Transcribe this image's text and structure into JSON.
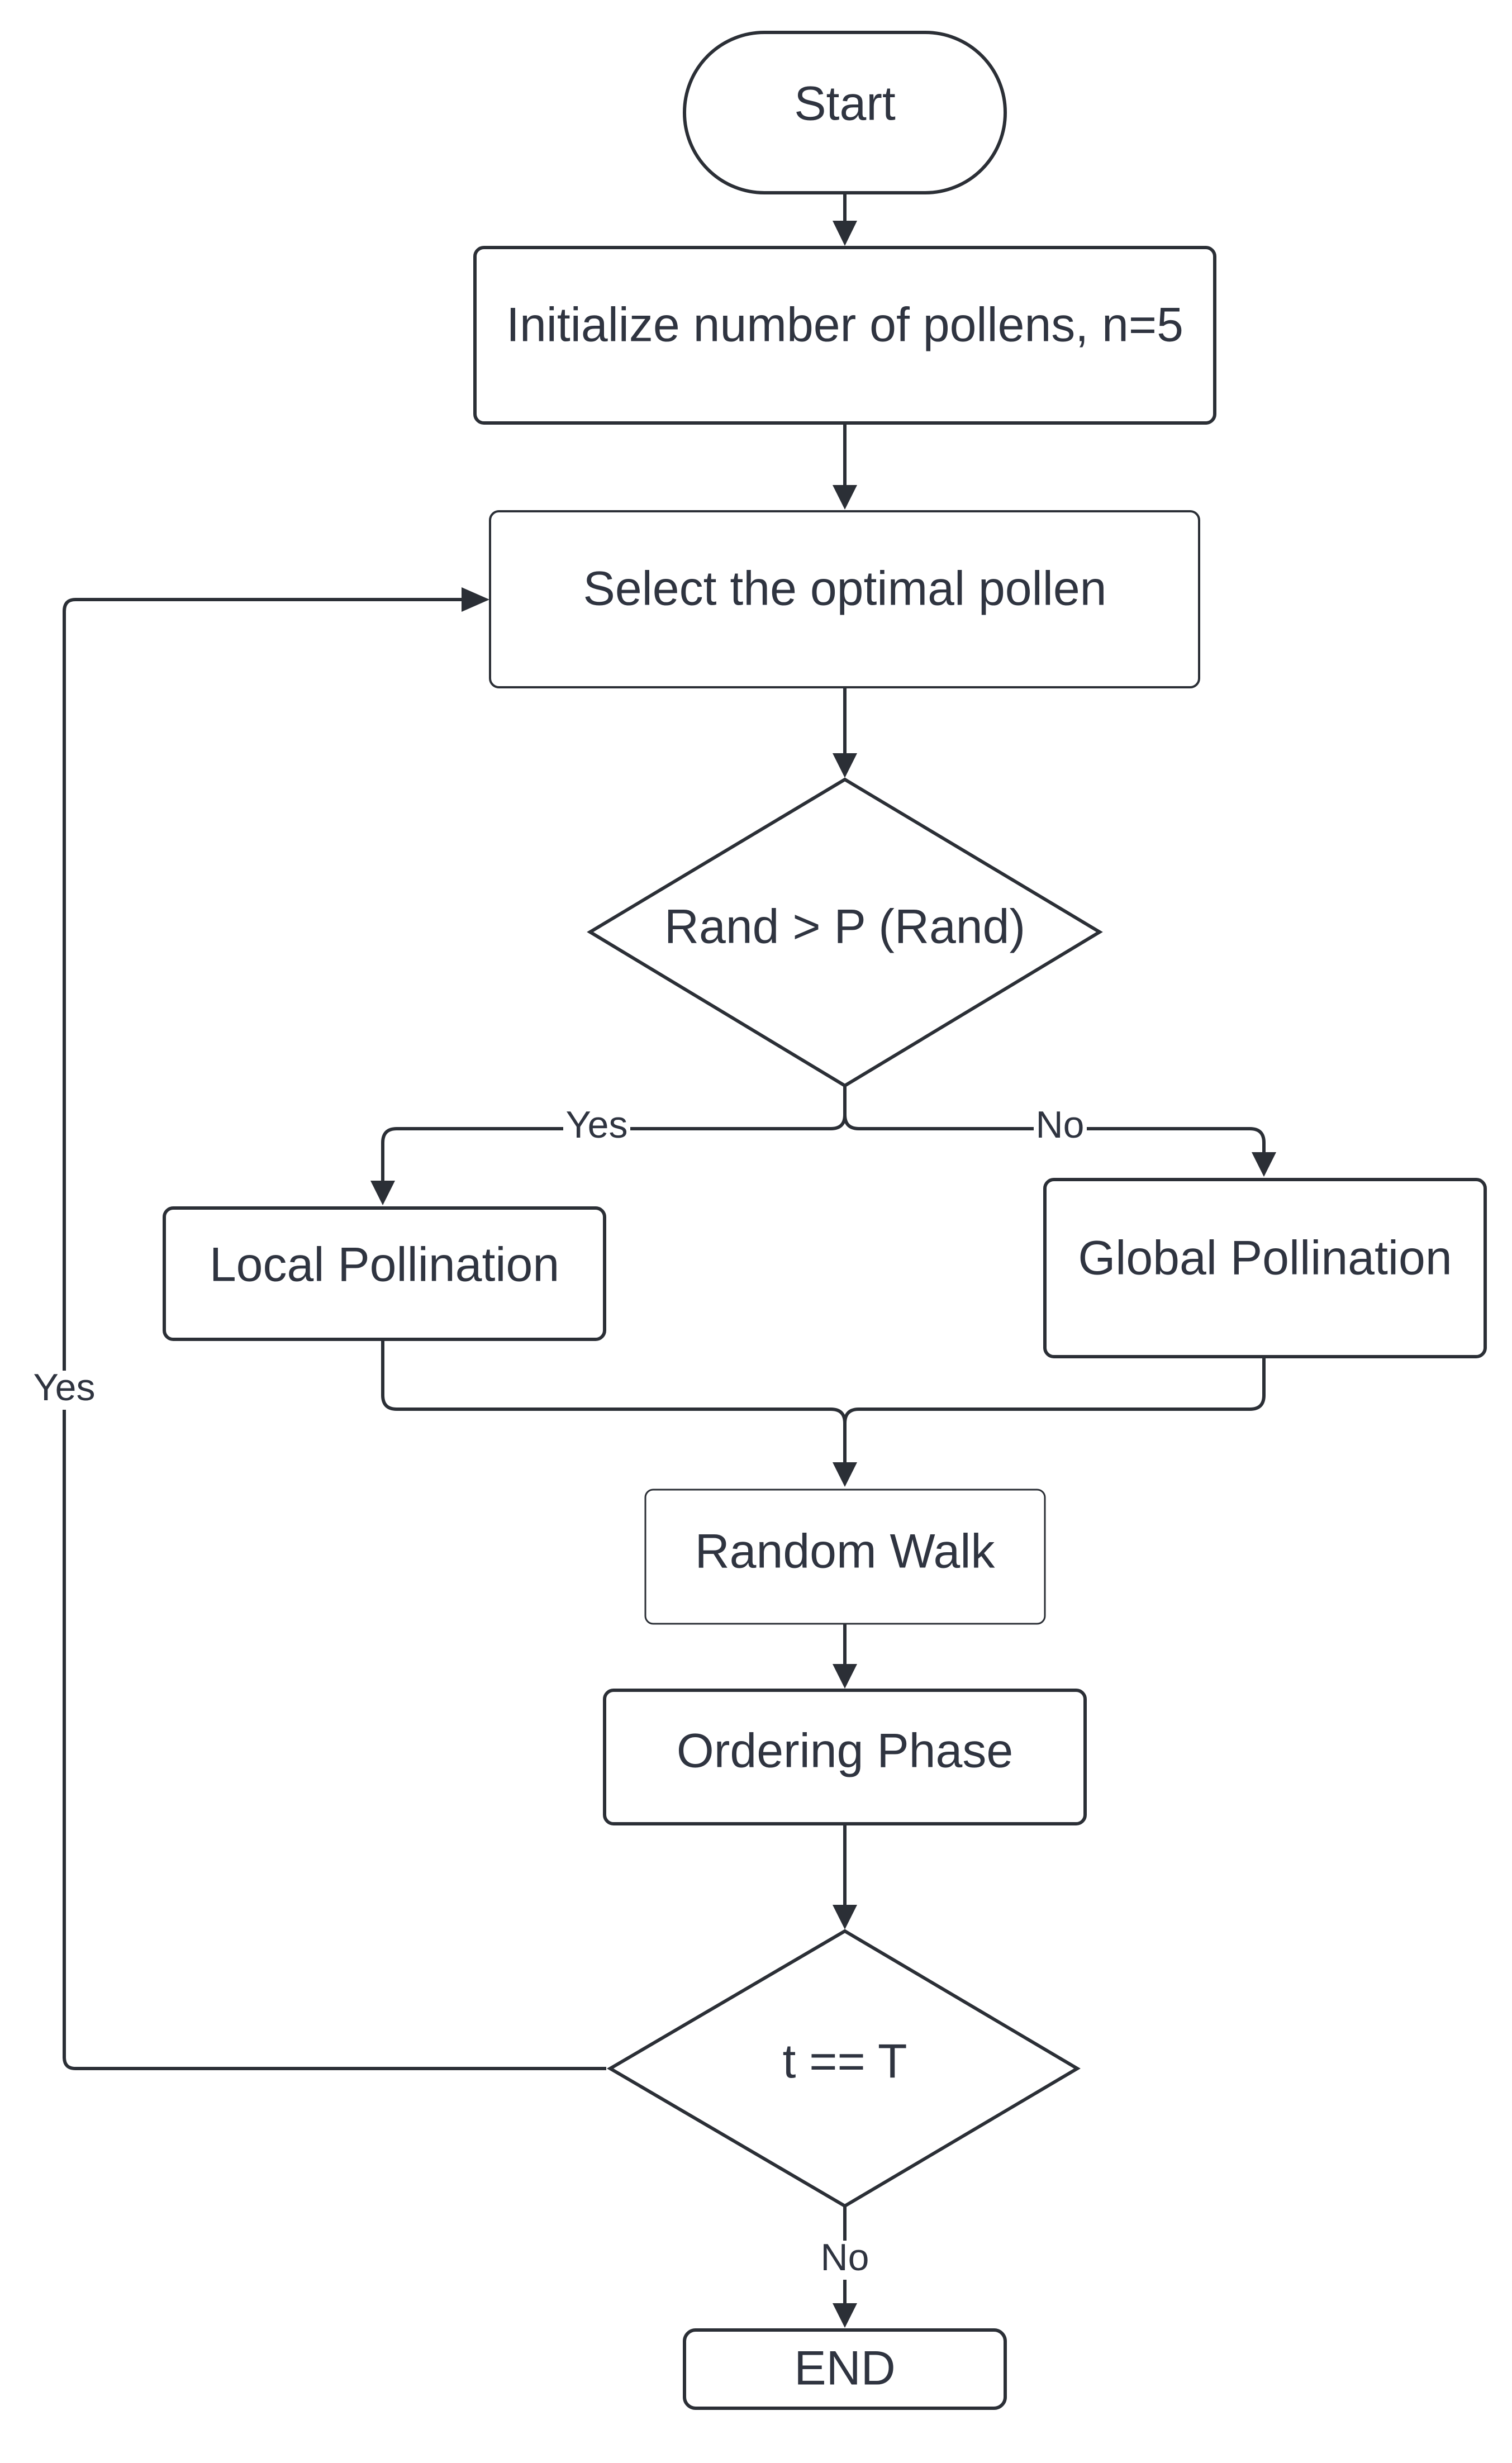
{
  "flowchart": {
    "nodes": {
      "start": "Start",
      "init": "Initialize number of pollens, n=5",
      "select": "Select the optimal pollen",
      "decision_rand": "Rand > P (Rand)",
      "local": "Local Pollination",
      "global": "Global Pollination",
      "random_walk": "Random Walk",
      "ordering": "Ordering Phase",
      "decision_t": "t == T",
      "end": "END"
    },
    "edge_labels": {
      "rand_yes": "Yes",
      "rand_no": "No",
      "loop_yes": "Yes",
      "end_no": "No"
    }
  }
}
